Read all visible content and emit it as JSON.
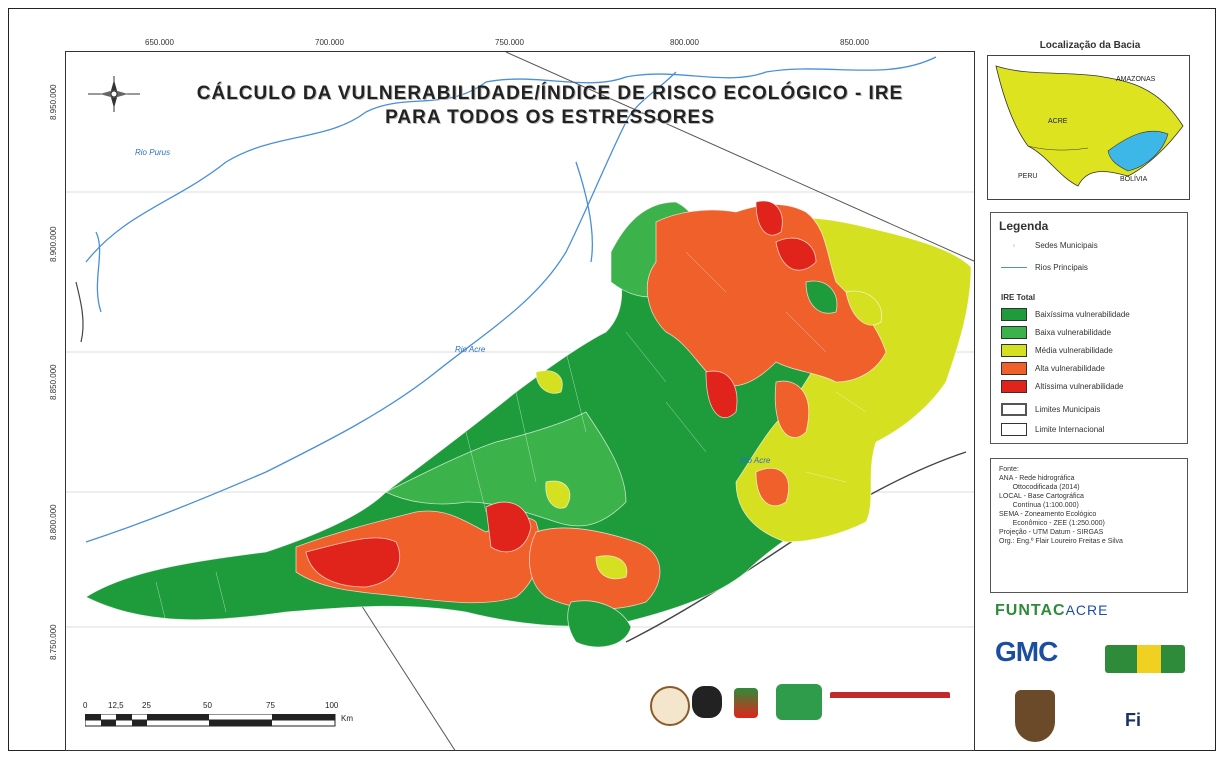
{
  "map": {
    "title_line1": "CÁLCULO DA VULNERABILIDADE/ÍNDICE DE RISCO ECOLÓGICO - IRE",
    "title_line2": "PARA TODOS OS ESTRESSORES",
    "top_ticks": [
      "650.000",
      "700.000",
      "750.000",
      "800.000",
      "850.000"
    ],
    "left_ticks": [
      "8.950.000",
      "8.900.000",
      "8.850.000",
      "8.800.000",
      "8.750.000"
    ],
    "rivers": [
      {
        "label": "Rio Purus"
      },
      {
        "label": "Rio Acre"
      },
      {
        "label": "Rio Acre"
      }
    ],
    "scale": {
      "labels": [
        "0",
        "12,5",
        "25",
        "50",
        "75",
        "100"
      ],
      "unit": "Km"
    }
  },
  "inset": {
    "title": "Localização da Bacia",
    "labels": [
      "AMAZONAS",
      "ACRE",
      "PERU",
      "BOLÍVIA"
    ]
  },
  "legend": {
    "title": "Legenda",
    "items": [
      {
        "label": "Sedes Municipais",
        "icon": "town-point-icon"
      },
      {
        "label": "Rios Principais",
        "icon": "river-line-icon"
      }
    ],
    "ire_title": "IRE Total",
    "classes": [
      {
        "label": "Baixíssima vulnerabilidade",
        "color": "#1e9c3c"
      },
      {
        "label": "Baixa vulnerabilidade",
        "color": "#3cb34a"
      },
      {
        "label": "Média vulnerabilidade",
        "color": "#d4e020"
      },
      {
        "label": "Alta vulnerabilidade",
        "color": "#f0602a"
      },
      {
        "label": "Altíssima vulnerabilidade",
        "color": "#e0241c"
      }
    ],
    "limits": [
      {
        "label": "Limites Municipais"
      },
      {
        "label": "Limite Internacional"
      }
    ]
  },
  "sources": {
    "lines": [
      "Fonte:",
      "ANA - Rede hidrográfica",
      "       Ottocodificada (2014)",
      "LOCAL - Base Cartográfica",
      "       Contínua (1:100.000)",
      "SEMA - Zoneamento Ecológico",
      "       Econômico - ZEE (1:250.000)",
      "Projeção - UTM    Datum - SIRGAS",
      "Org.: Eng.º Flair Loureiro Freitas e Silva"
    ]
  },
  "logos": {
    "funtac": "FUNTAC",
    "funtac_suffix": "ACRE",
    "gmc": "GMC"
  }
}
